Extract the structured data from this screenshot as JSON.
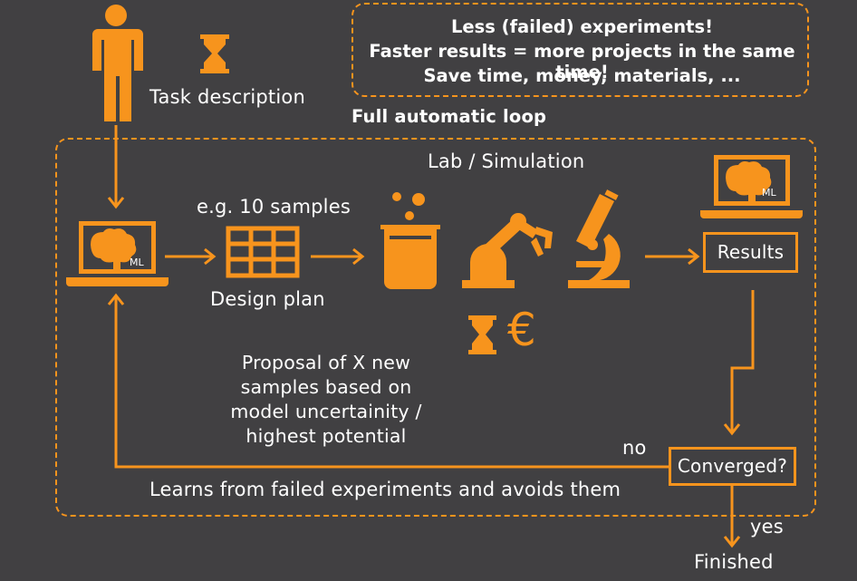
{
  "colors": {
    "accent": "#f7941d",
    "background": "#414042",
    "text": "#ffffff"
  },
  "callout": {
    "lines": [
      "Less (failed) experiments!",
      "Faster results = more projects in the same time!",
      "Save time, money, materials, ..."
    ]
  },
  "labels": {
    "task_description": "Task description",
    "full_automatic_loop": "Full automatic loop",
    "lab_simulation": "Lab / Simulation",
    "samples": "e.g. 10 samples",
    "design_plan": "Design plan",
    "results": "Results",
    "converged": "Converged?",
    "no": "no",
    "yes": "yes",
    "finished": "Finished",
    "learns": "Learns from failed experiments and avoids them",
    "proposal_lines": [
      "Proposal of X new",
      "samples based on",
      "model uncertainity /",
      "highest potential"
    ],
    "ml": "ML",
    "euro": "€"
  },
  "icons": [
    "person-icon",
    "hourglass-icon",
    "laptop-brain-icon",
    "grid-table-icon",
    "beaker-icon",
    "robot-arm-icon",
    "microscope-icon",
    "euro-icon"
  ]
}
